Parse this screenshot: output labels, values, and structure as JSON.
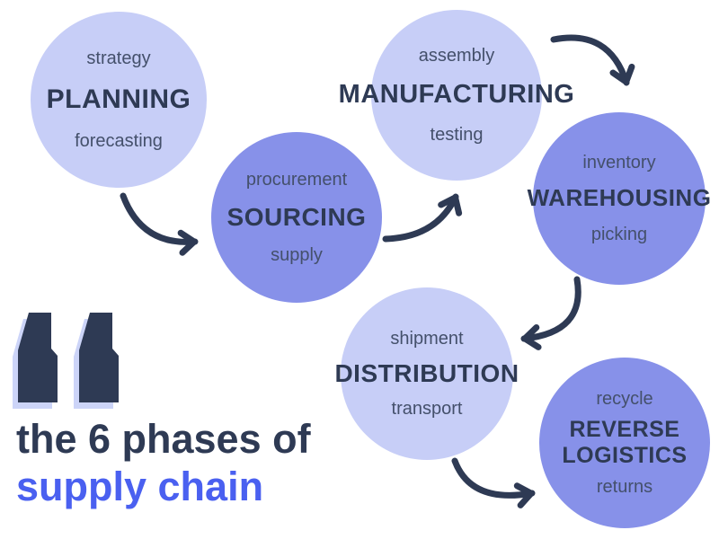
{
  "title": {
    "line1": "the 6 phases of",
    "line2": "supply chain"
  },
  "phases": [
    {
      "name": "planning",
      "label": "PLANNING",
      "top_sub": "strategy",
      "bottom_sub": "forecasting",
      "tone": "light"
    },
    {
      "name": "sourcing",
      "label": "SOURCING",
      "top_sub": "procurement",
      "bottom_sub": "supply",
      "tone": "dark"
    },
    {
      "name": "manufacturing",
      "label": "MANUFACTURING",
      "top_sub": "assembly",
      "bottom_sub": "testing",
      "tone": "light"
    },
    {
      "name": "warehousing",
      "label": "WAREHOUSING",
      "top_sub": "inventory",
      "bottom_sub": "picking",
      "tone": "dark"
    },
    {
      "name": "distribution",
      "label": "DISTRIBUTION",
      "top_sub": "shipment",
      "bottom_sub": "transport",
      "tone": "light"
    },
    {
      "name": "reverse-logistics",
      "label": "REVERSE LOGISTICS",
      "top_sub": "recycle",
      "bottom_sub": "returns",
      "tone": "dark"
    }
  ],
  "flow": [
    {
      "from": "planning",
      "to": "sourcing"
    },
    {
      "from": "sourcing",
      "to": "manufacturing"
    },
    {
      "from": "manufacturing",
      "to": "warehousing"
    },
    {
      "from": "warehousing",
      "to": "distribution"
    },
    {
      "from": "distribution",
      "to": "reverse-logistics"
    }
  ],
  "icons": {
    "quote": "quote-icon"
  },
  "colors": {
    "background": "#ffffff",
    "light_circle": "#c7cef7",
    "dark_circle": "#8791e9",
    "navy_text": "#2e3a54",
    "sub_text": "#44506b",
    "accent_blue": "#4a60f0",
    "quote_shadow": "#ccd4f8",
    "arrow": "#2e3a54"
  }
}
